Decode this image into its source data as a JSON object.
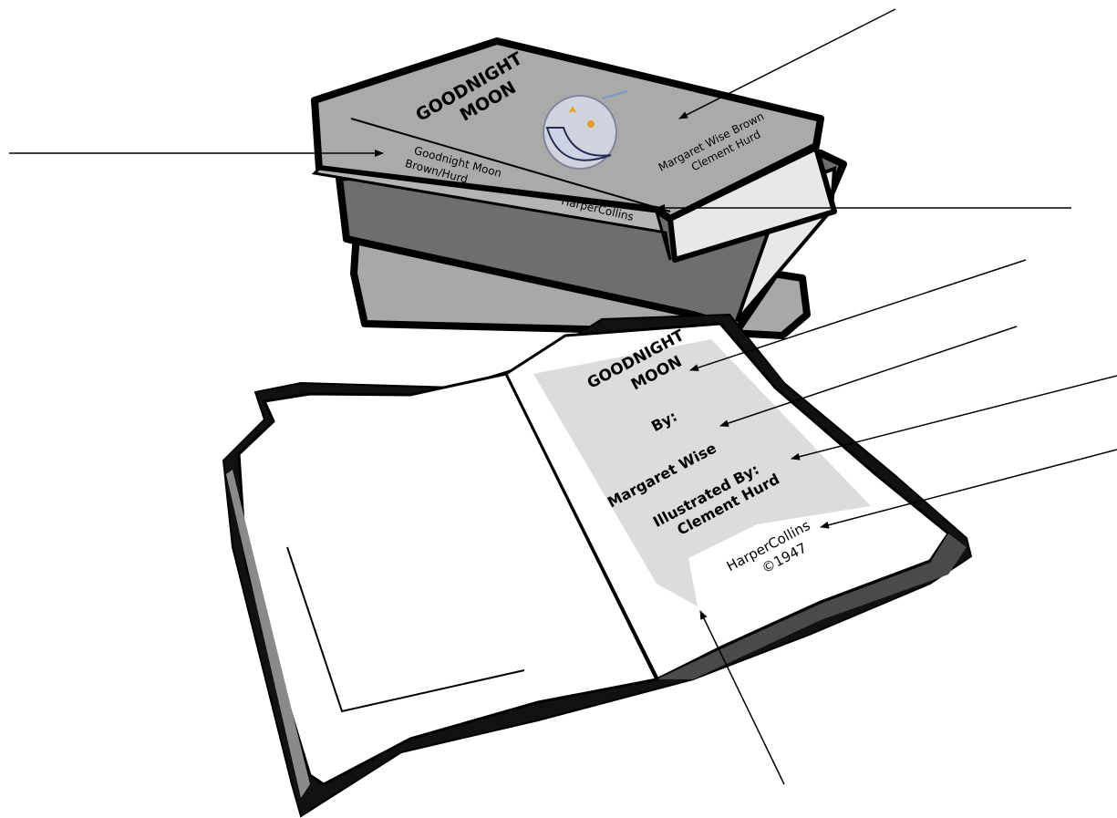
{
  "closed_book": {
    "cover_title_line1": "GOODNIGHT",
    "cover_title_line2": "MOON",
    "cover_authors_line1": "Margaret Wise Brown",
    "cover_authors_line2": "Clement Hurd",
    "spine_line1": "Goodnight Moon",
    "spine_line2": "Brown/Hurd",
    "spine_publisher": "HarperCollins"
  },
  "title_page": {
    "title_line1": "GOODNIGHT",
    "title_line2": "MOON",
    "by_label": "By:",
    "author": "Margaret Wise",
    "illustrated_label": "Illustrated By:",
    "illustrator": "Clement Hurd",
    "publisher": "HarperCollins",
    "copyright": "©1947"
  },
  "colors": {
    "cover_gray": "#aaaaaa",
    "dark_gray": "#6e6e6e",
    "mid_gray": "#a8a8a8",
    "panel_gray": "#dcdcdc",
    "outline": "#000000",
    "moon_accent": "#e0a020"
  }
}
